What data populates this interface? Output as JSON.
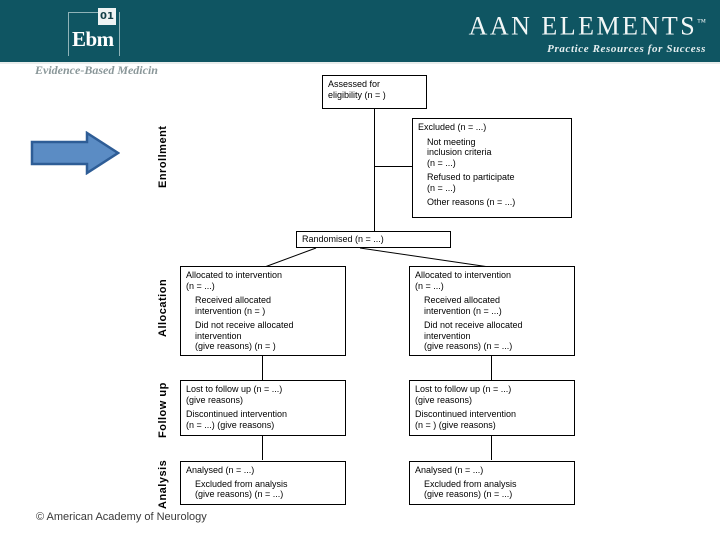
{
  "header": {
    "brand_bar_color": "#0f5562",
    "ebm_logo": {
      "badge": "01",
      "word": "Ebm"
    },
    "aan_logo": {
      "main": "AAN ELEMENTS",
      "trademark": "™",
      "subtitle": "Practice Resources for Success"
    },
    "tagline": "Evidence-Based Medicin"
  },
  "arrow": {
    "name": "blue-right-arrow",
    "fill": "#5b8cc4",
    "stroke": "#2e5d96"
  },
  "diagram": {
    "stage_labels": {
      "enrollment": "Enrollment",
      "allocation": "Allocation",
      "followup": "Follow up",
      "analysis": "Analysis"
    },
    "assessed": {
      "line1": "Assessed for",
      "line2": "eligibility (n =     )"
    },
    "excluded": {
      "head": "Excluded (n = ...)",
      "item1_l1": "Not meeting",
      "item1_l2": "inclusion criteria",
      "item1_l3": "(n = ...)",
      "item2_l1": "Refused to participate",
      "item2_l2": "(n = ...)",
      "item3_l1": "Other reasons (n = ...)"
    },
    "randomised": {
      "text": "Randomised (n = ...)"
    },
    "allocation_left": {
      "head_l1": "Allocated to intervention",
      "head_l2": "(n = ...)",
      "item1_l1": "Received allocated",
      "item1_l2": "intervention  (n =     )",
      "item2_l1": "Did not receive allocated",
      "item2_l2": "intervention",
      "item2_l3": "(give reasons) (n =     )"
    },
    "allocation_right": {
      "head_l1": "Allocated to intervention",
      "head_l2": "(n = ...)",
      "item1_l1": "Received allocated",
      "item1_l2": "intervention (n = ...)",
      "item2_l1": "Did not receive allocated",
      "item2_l2": "intervention",
      "item2_l3": "(give reasons) (n = ...)"
    },
    "followup_left": {
      "item1_l1": "Lost to follow up (n = ...)",
      "item1_l2": "(give reasons)",
      "item2_l1": "Discontinued intervention",
      "item2_l2": "(n = ...) (give reasons)"
    },
    "followup_right": {
      "item1_l1": "Lost to follow up (n = ...)",
      "item1_l2": "(give reasons)",
      "item2_l1": "Discontinued intervention",
      "item2_l2": "(n =     ) (give reasons)"
    },
    "analysis_left": {
      "head": "Analysed (n = ...)",
      "item1_l1": "Excluded from analysis",
      "item1_l2": "(give reasons) (n = ...)"
    },
    "analysis_right": {
      "head": "Analysed (n = ...)",
      "item1_l1": "Excluded from analysis",
      "item1_l2": "(give reasons) (n = ...)"
    }
  },
  "footer": {
    "copyright": "© American Academy of Neurology"
  }
}
